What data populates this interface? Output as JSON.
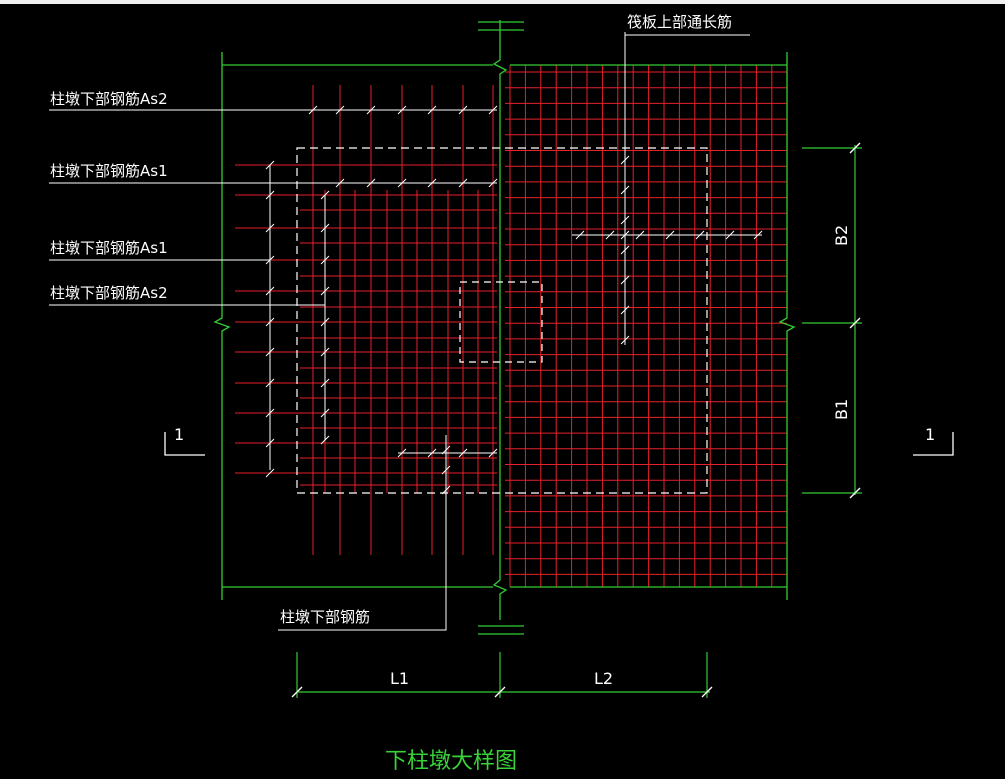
{
  "title": "下柱墩大样图",
  "labels": {
    "raft_top_rebar": "筏板上部通长筋",
    "pier_bottom_as2_top": "柱墩下部钢筋As2",
    "pier_bottom_as1_top": "柱墩下部钢筋As1",
    "pier_bottom_as1_mid": "柱墩下部钢筋As1",
    "pier_bottom_as2_mid": "柱墩下部钢筋As2",
    "pier_bottom_rebar": "柱墩下部钢筋"
  },
  "dimensions": {
    "l1": "L1",
    "l2": "L2",
    "b1": "B1",
    "b2": "B2"
  },
  "section_marks": {
    "left": "1",
    "right": "1"
  },
  "colors": {
    "background": "#000000",
    "outline": "#33cc33",
    "rebar": "#e8202a",
    "dashed": "#ffffff",
    "text": "#ffffff",
    "title": "#39d339"
  }
}
